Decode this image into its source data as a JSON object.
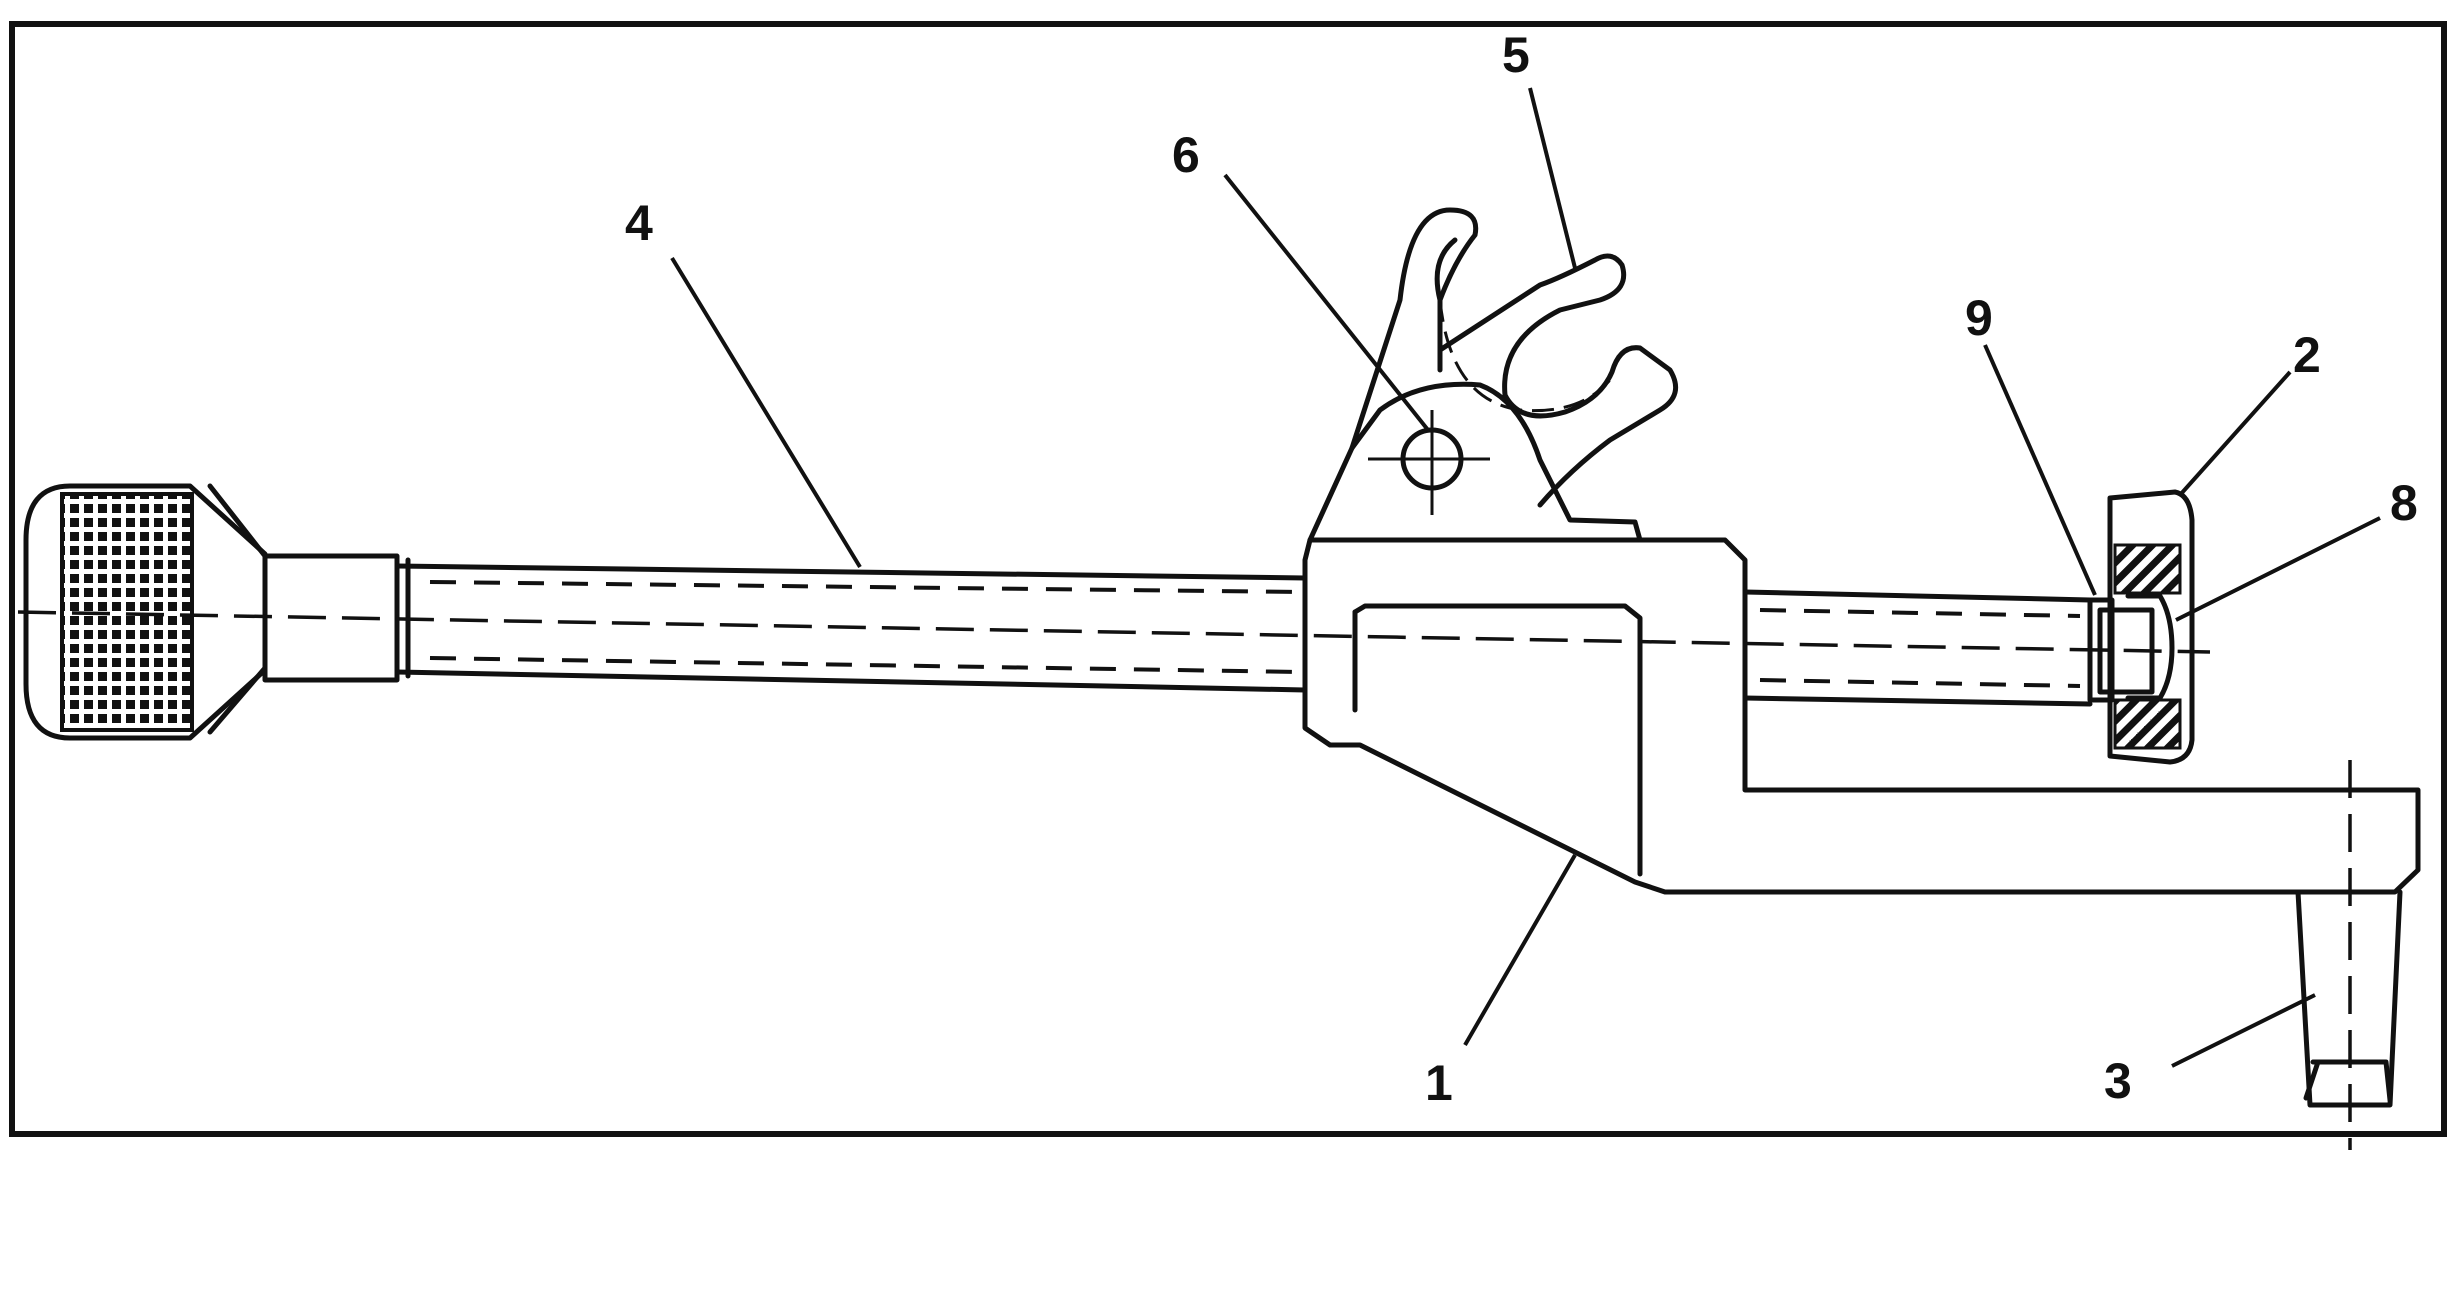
{
  "callouts": [
    "1",
    "2",
    "3",
    "4",
    "5",
    "6",
    "8",
    "9"
  ],
  "colors": {
    "ink": "#111111",
    "paper": "#ffffff"
  }
}
